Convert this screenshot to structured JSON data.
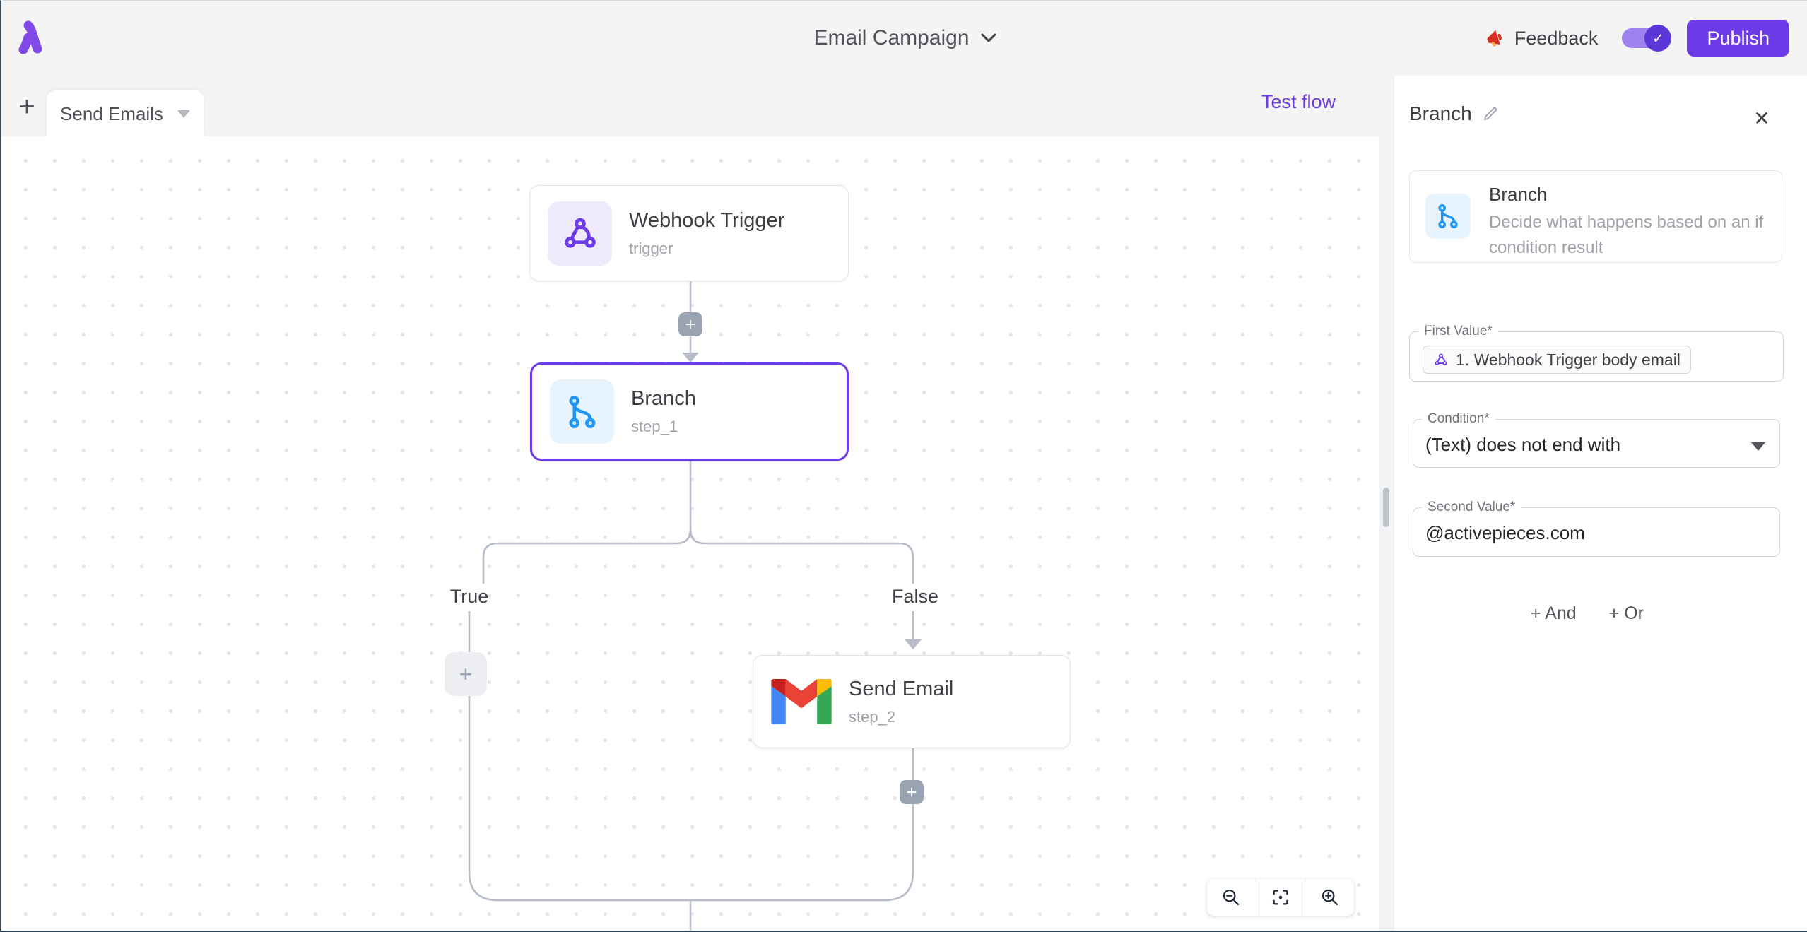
{
  "colors": {
    "primary": "#6d3be8",
    "line": "#b6bdc9",
    "selected_border": "#6d3be8",
    "gmail_red": "#ea4335",
    "gmail_blue": "#4285f4",
    "gmail_green": "#34a853",
    "gmail_yellow": "#fbbc04",
    "branch_blue": "#2196f3"
  },
  "header": {
    "title": "Email Campaign",
    "feedback_label": "Feedback",
    "publish_label": "Publish",
    "toggle_state": "on",
    "toggle_check": "✓"
  },
  "tabbar": {
    "add_label": "+",
    "tab_label": "Send Emails",
    "test_flow_label": "Test flow"
  },
  "canvas": {
    "nodes": {
      "trigger": {
        "title": "Webhook Trigger",
        "subtitle": "trigger",
        "icon": "webhook-icon"
      },
      "step_1": {
        "title": "Branch",
        "subtitle": "step_1",
        "icon": "branch-icon",
        "selected": true
      },
      "step_2": {
        "title": "Send Email",
        "subtitle": "step_2",
        "icon": "gmail-icon"
      }
    },
    "labels": {
      "true_branch": "True",
      "false_branch": "False"
    },
    "plus": "+"
  },
  "panel": {
    "title": "Branch",
    "close_glyph": "✕",
    "info": {
      "title": "Branch",
      "description": "Decide what happens based on an if condition result"
    },
    "first_value": {
      "label": "First Value*",
      "token": "1. Webhook Trigger body email"
    },
    "condition": {
      "label": "Condition*",
      "value": "(Text) does not end with"
    },
    "second_value": {
      "label": "Second Value*",
      "value": "@activepieces.com"
    },
    "and_label": "+ And",
    "or_label": "+ Or"
  }
}
